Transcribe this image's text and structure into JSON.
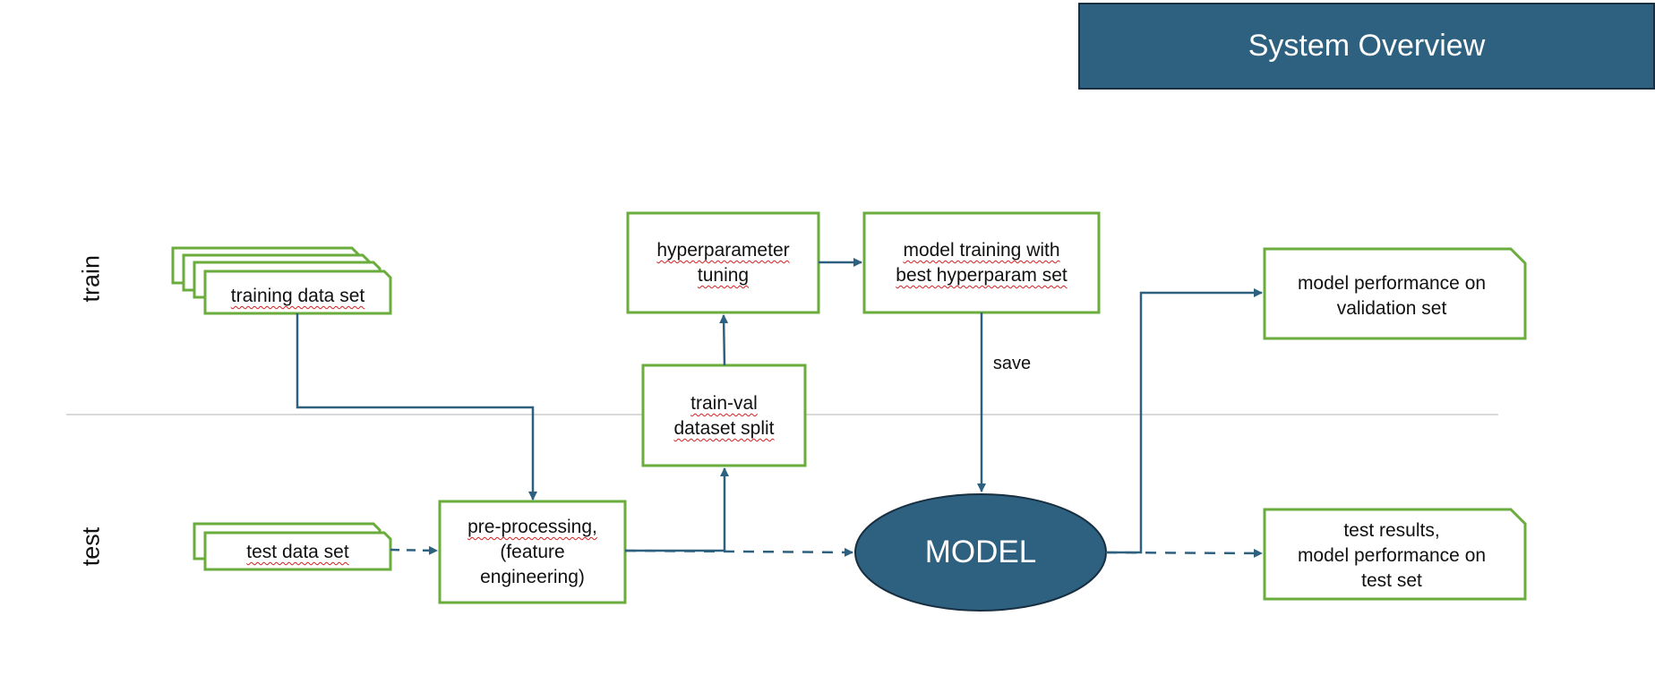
{
  "header": {
    "title": "System Overview"
  },
  "lanes": {
    "train": "train",
    "test": "test"
  },
  "nodes": {
    "training_data": "training data set",
    "test_data": "test data set",
    "preprocessing": [
      "pre-processing,",
      "(feature",
      "engineering)"
    ],
    "train_val_split": [
      "train-val",
      "dataset split"
    ],
    "hyperparameter_tuning": [
      "hyperparameter",
      "tuning"
    ],
    "model_training": [
      "model training with",
      "best hyperparam set"
    ],
    "model": "MODEL",
    "validation_performance": [
      "model performance on",
      "validation set"
    ],
    "test_results": [
      "test results,",
      "model performance on",
      "test set"
    ]
  },
  "edges": {
    "save_label": "save"
  },
  "colors": {
    "box_border": "#6aad3c",
    "arrow": "#2e6080",
    "model_fill": "#2e6080",
    "banner_fill": "#2e6080",
    "divider": "#d9d9d9",
    "spellcheck_underline": "#d42020"
  }
}
